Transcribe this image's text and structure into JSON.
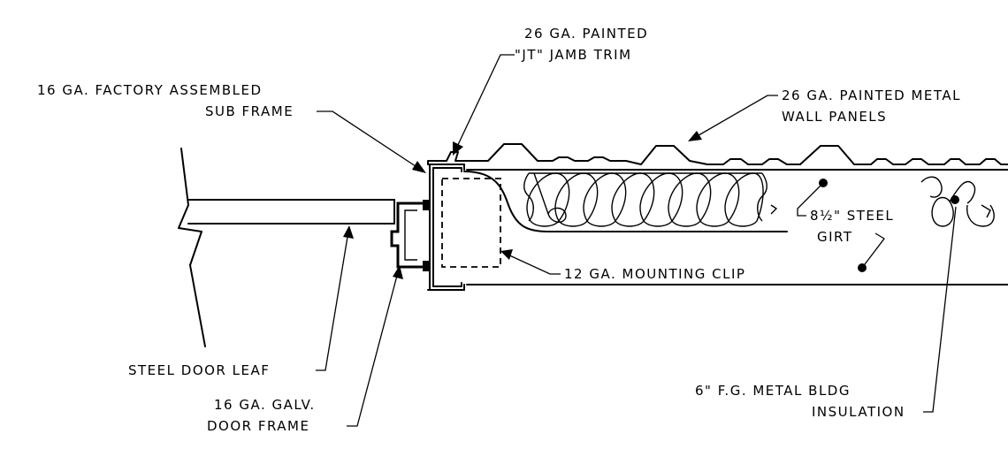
{
  "labels": {
    "jamb_trim_1": "26 GA. PAINTED",
    "jamb_trim_2": "\"JT\" JAMB TRIM",
    "sub_frame_1": "16 GA. FACTORY ASSEMBLED",
    "sub_frame_2": "SUB FRAME",
    "wall_panels_1": "26 GA. PAINTED METAL",
    "wall_panels_2": "WALL PANELS",
    "girt_1": "8½\" STEEL",
    "girt_2": "GIRT",
    "mounting_clip": "12 GA. MOUNTING CLIP",
    "door_leaf": "STEEL DOOR LEAF",
    "door_frame_1": "16 GA. GALV.",
    "door_frame_2": "DOOR FRAME",
    "insulation_1": "6\" F.G. METAL BLDG",
    "insulation_2": "INSULATION"
  }
}
